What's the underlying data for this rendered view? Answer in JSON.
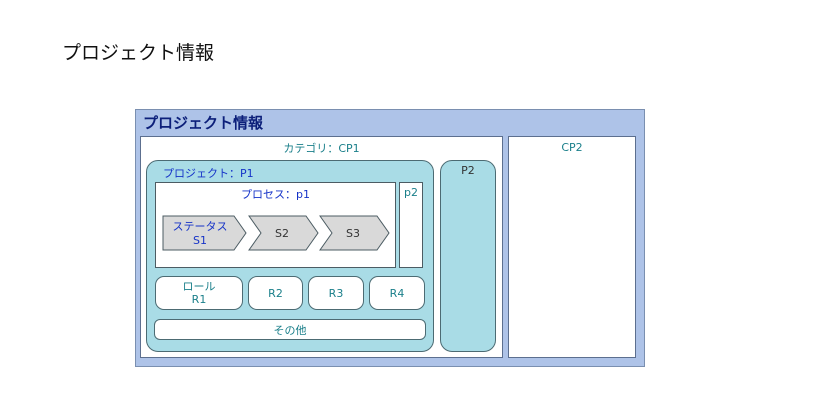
{
  "page": {
    "title": "プロジェクト情報"
  },
  "frame": {
    "title": "プロジェクト情報"
  },
  "category1": {
    "label": "カテゴリ：CP1"
  },
  "category2": {
    "label": "CP2"
  },
  "project1": {
    "label": "プロジェクト：P1"
  },
  "project2": {
    "label": "P2"
  },
  "process1": {
    "label": "プロセス：p1"
  },
  "process2": {
    "label": "p2"
  },
  "statuses": [
    {
      "line1": "ステータス",
      "line2": "S1"
    },
    {
      "line1": "S2"
    },
    {
      "line1": "S3"
    }
  ],
  "roles": [
    {
      "line1": "ロール",
      "line2": "R1"
    },
    {
      "line1": "R2"
    },
    {
      "line1": "R3"
    },
    {
      "line1": "R4"
    }
  ],
  "other": {
    "label": "その他"
  },
  "colors": {
    "frame": "#aec3e8",
    "teal_box": "#a9dce6",
    "chevron": "#d9d9d9",
    "teal_text": "#1a7f8a",
    "blue_text": "#1633c8"
  }
}
